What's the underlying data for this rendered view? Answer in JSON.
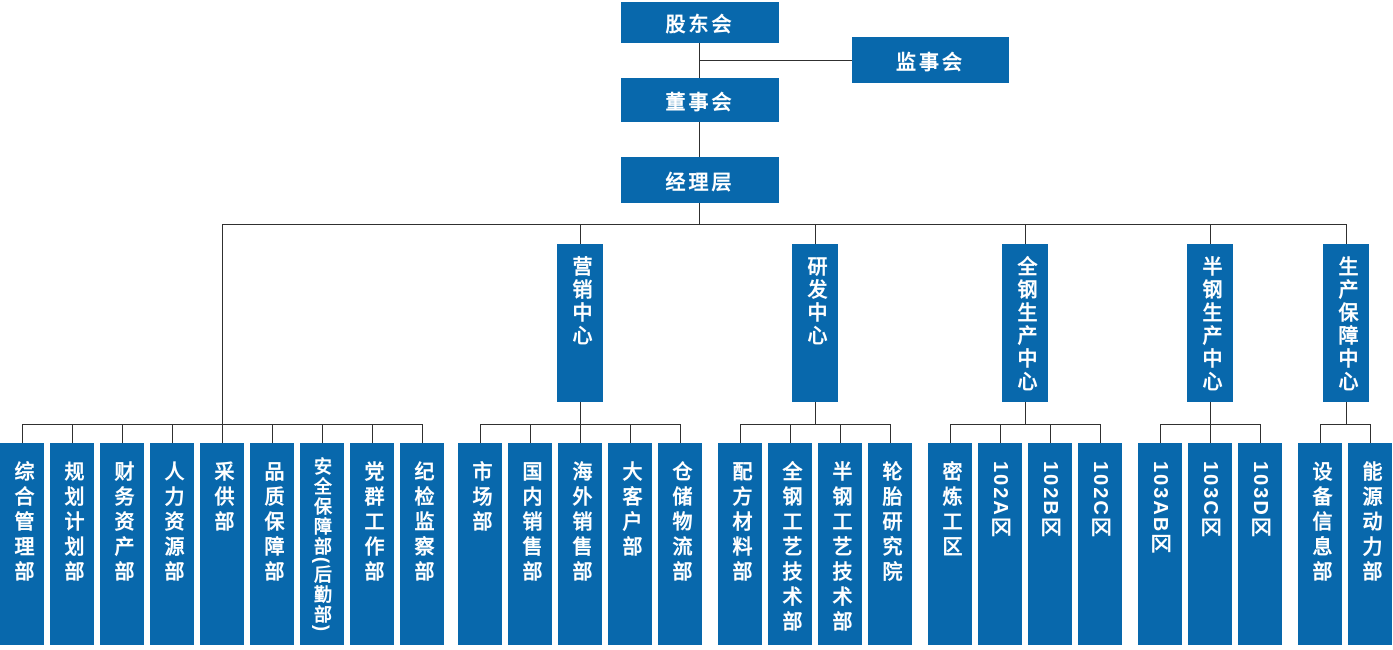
{
  "palette": {
    "box_blue": "#0868ac",
    "line_color": "#303030",
    "text_color": "#ffffff",
    "background": "#ffffff"
  },
  "nodes": {
    "shareholders": "股东会",
    "supervisory_board": "监事会",
    "board": "董事会",
    "management": "经理层"
  },
  "centers": {
    "marketing": "营销中心",
    "rd": "研发中心",
    "allsteel": "全钢生产中心",
    "semisteel": "半钢生产中心",
    "support": "生产保障中心"
  },
  "departments": {
    "left": [
      "综合管理部",
      "规划计划部",
      "财务资产部",
      "人力资源部",
      "采供部",
      "品质保障部",
      "安全保障部(后勤部)",
      "党群工作部",
      "纪检监察部"
    ],
    "marketing": [
      "市场部",
      "国内销售部",
      "海外销售部",
      "大客户部",
      "仓储物流部"
    ],
    "rd": [
      "配方材料部",
      "全钢工艺技术部",
      "半钢工艺技术部",
      "轮胎研究院"
    ],
    "allsteel": [
      "密炼工区",
      "102A区",
      "102B区",
      "102C区"
    ],
    "semisteel": [
      "103AB区",
      "103C区",
      "103D区"
    ],
    "support": [
      "设备信息部",
      "能源动力部"
    ]
  }
}
